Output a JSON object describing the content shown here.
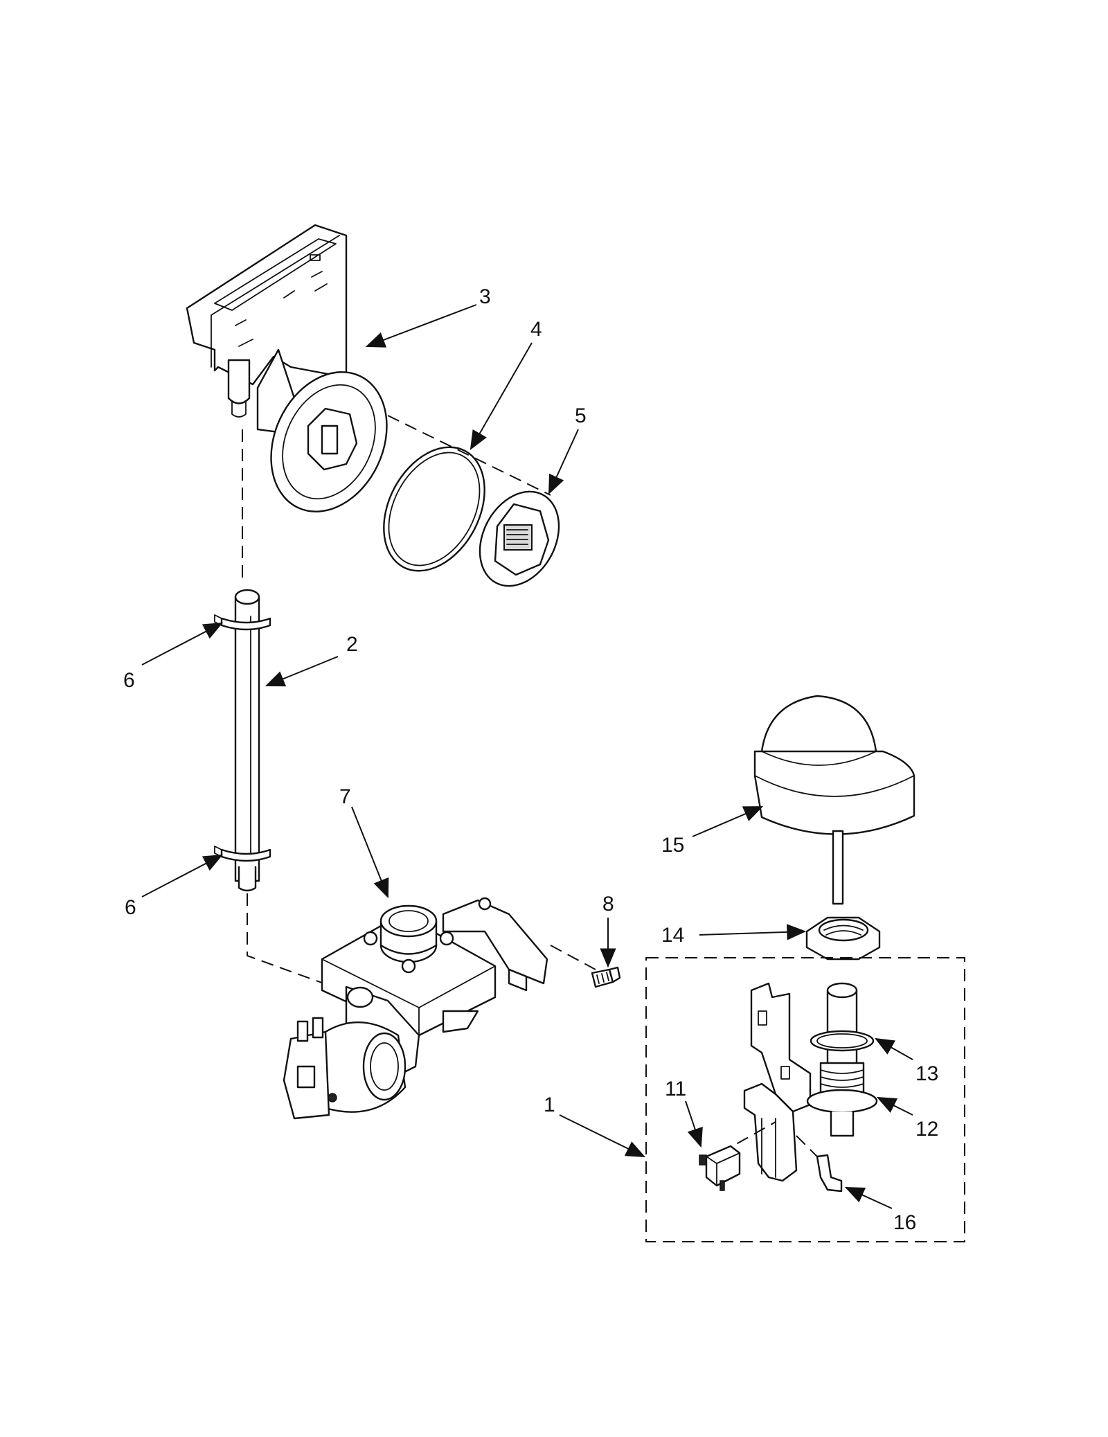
{
  "colors": {
    "ink": "#111111",
    "paper": "#ffffff",
    "shade": "#d9d9d9"
  },
  "callouts": [
    {
      "id": "c3",
      "text": "3"
    },
    {
      "id": "c4",
      "text": "4"
    },
    {
      "id": "c5",
      "text": "5"
    },
    {
      "id": "c6a",
      "text": "6"
    },
    {
      "id": "c2",
      "text": "2"
    },
    {
      "id": "c6b",
      "text": "6"
    },
    {
      "id": "c7",
      "text": "7"
    },
    {
      "id": "c8",
      "text": "8"
    },
    {
      "id": "c15",
      "text": "15"
    },
    {
      "id": "c14",
      "text": "14"
    },
    {
      "id": "c11",
      "text": "11"
    },
    {
      "id": "c13",
      "text": "13"
    },
    {
      "id": "c1",
      "text": "1"
    },
    {
      "id": "c12",
      "text": "12"
    },
    {
      "id": "c16",
      "text": "16"
    }
  ]
}
